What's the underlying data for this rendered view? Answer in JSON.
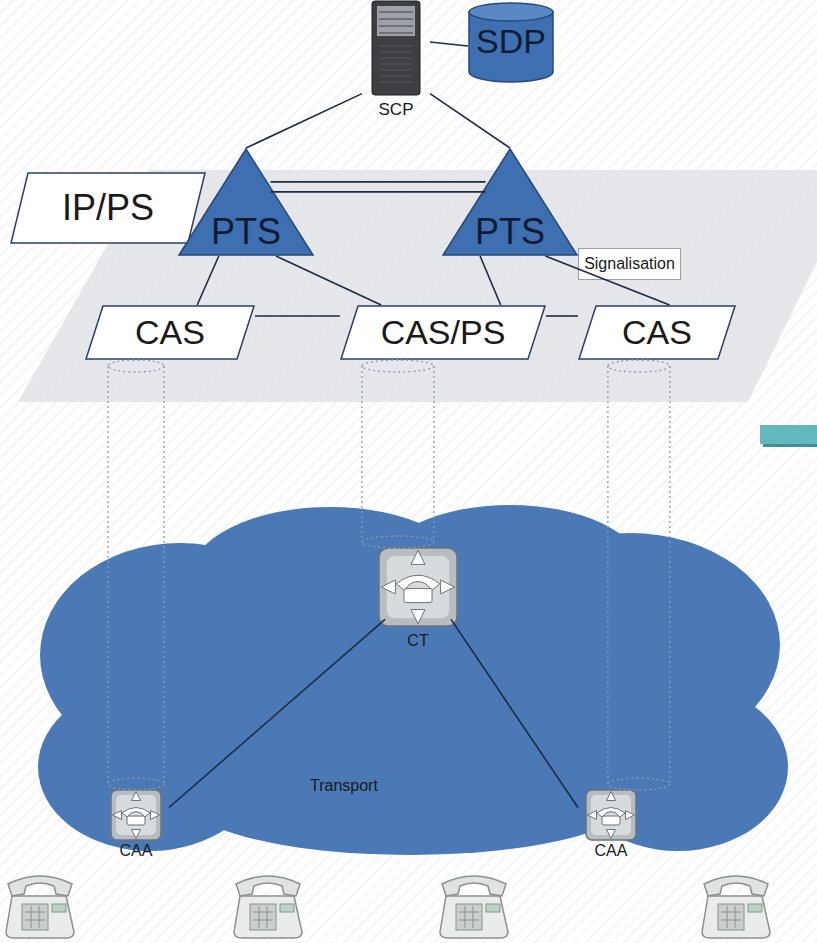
{
  "diagram": {
    "nodes": [
      {
        "text": [
          "SCP"
        ]
      },
      {
        "text": [
          "SDP"
        ]
      },
      {
        "text": [
          "IP/PS"
        ]
      },
      {
        "text": [
          "PTS"
        ]
      },
      {
        "text": [
          "PTS"
        ]
      },
      {
        "text": [
          "Signalisation"
        ]
      },
      {
        "text": [
          "CAS"
        ]
      },
      {
        "text": [
          "CAS/PS"
        ]
      },
      {
        "text": [
          "CAS"
        ]
      },
      {
        "text": [
          "Transport"
        ]
      },
      {
        "text": [
          "CT"
        ],
        "in": 9
      },
      {
        "text": [
          "CAA"
        ],
        "in": 9
      },
      {
        "text": [
          "CAA"
        ],
        "in": 9
      }
    ],
    "edges": [
      {
        "from": 0,
        "to": 1,
        "arrow": "none"
      },
      {
        "from": 0,
        "to": 3,
        "arrow": "none"
      },
      {
        "from": 0,
        "to": 4,
        "arrow": "none"
      },
      {
        "from": 3,
        "to": 4,
        "arrow": "none"
      },
      {
        "from": 3,
        "to": 6,
        "arrow": "none"
      },
      {
        "from": 3,
        "to": 7,
        "arrow": "none"
      },
      {
        "from": 4,
        "to": 7,
        "arrow": "none"
      },
      {
        "from": 4,
        "to": 8,
        "arrow": "none"
      },
      {
        "from": 6,
        "to": 7,
        "arrow": "none"
      },
      {
        "from": 7,
        "to": 8,
        "arrow": "none"
      },
      {
        "from": 6,
        "to": 11,
        "arrow": "none"
      },
      {
        "from": 7,
        "to": 10,
        "arrow": "none"
      },
      {
        "from": 8,
        "to": 12,
        "arrow": "none"
      },
      {
        "from": 11,
        "to": 10,
        "arrow": "none"
      },
      {
        "from": 10,
        "to": 12,
        "arrow": "none"
      }
    ]
  }
}
